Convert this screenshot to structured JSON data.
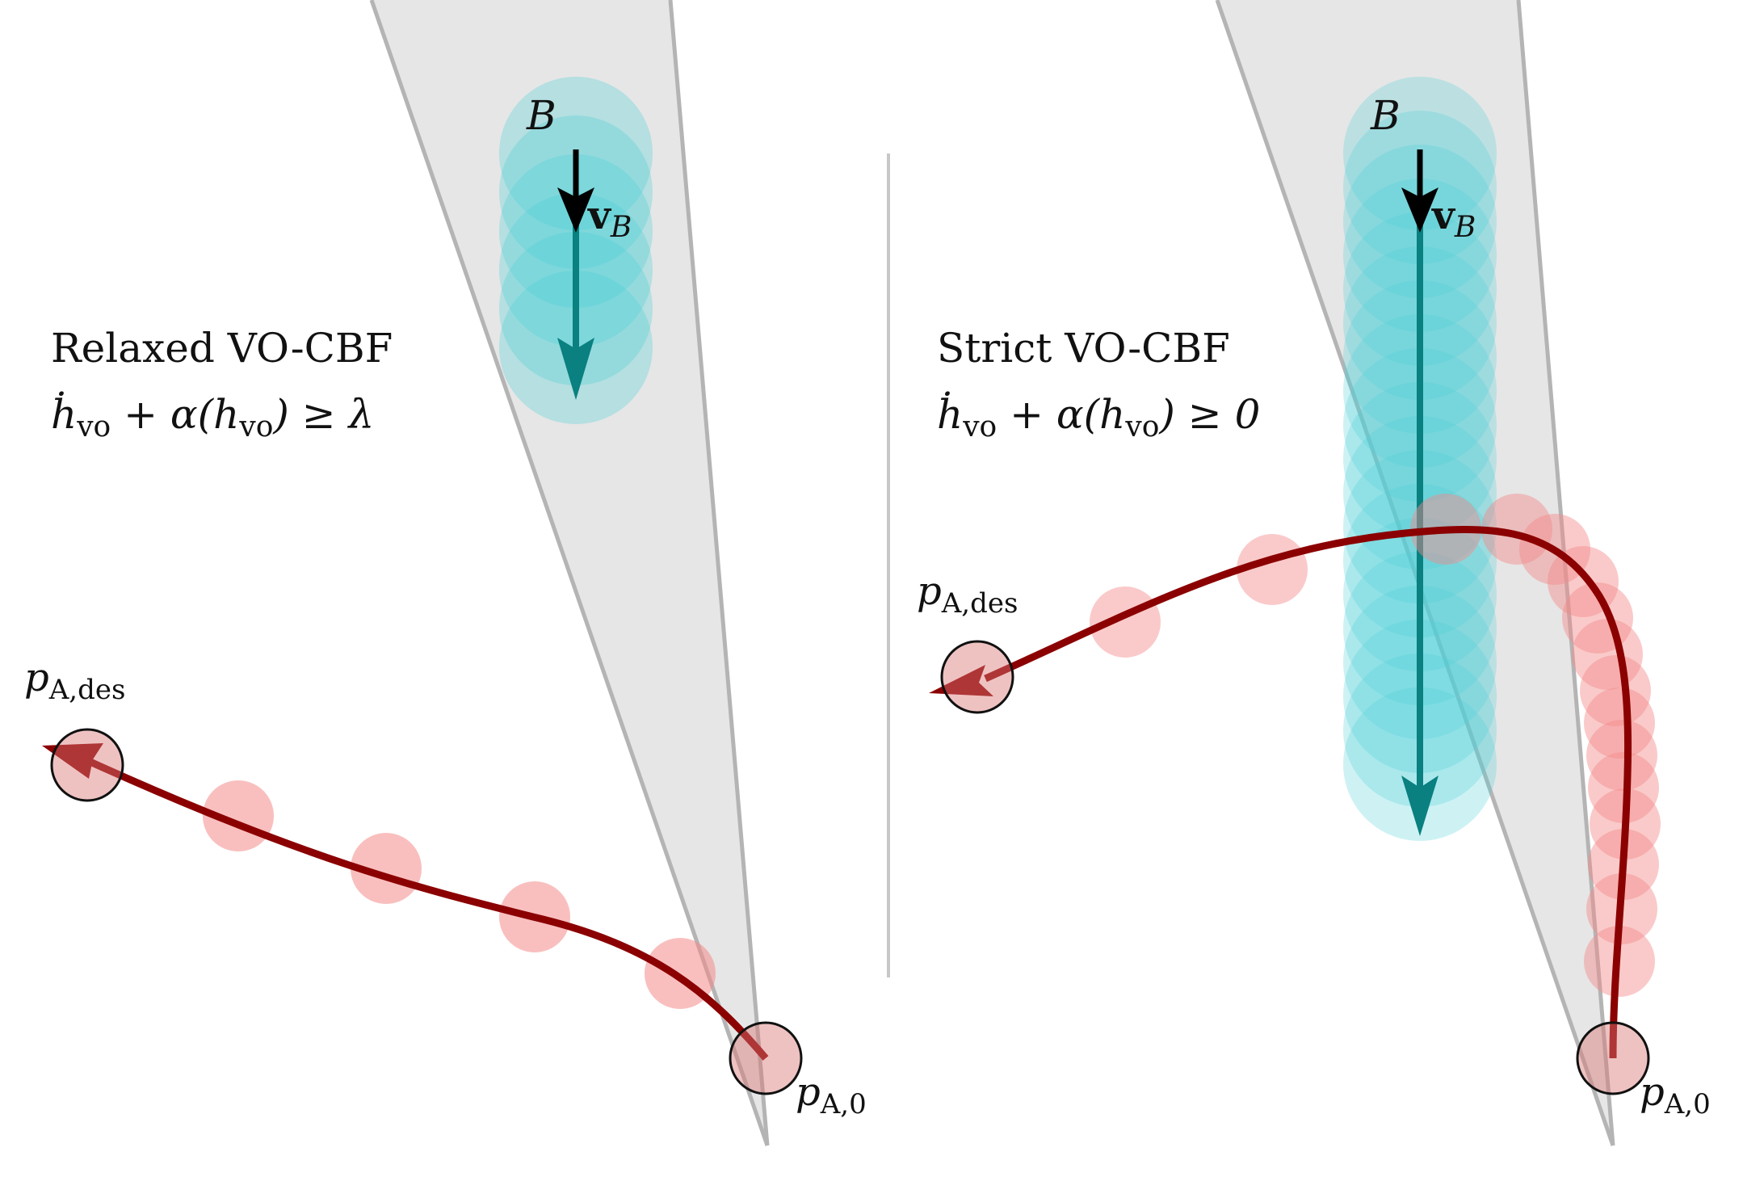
{
  "colors": {
    "cone_fill": "#e6e6e6",
    "cone_edge": "#b4b4b4",
    "agent_b": "#4fcfd6",
    "agent_b_arrow": "#0a8080",
    "agent_a": "#f48a8a",
    "trajectory": "#8b0000",
    "divider": "#c8c8c8",
    "text": "#111111"
  },
  "left_panel": {
    "title": "Relaxed VO-CBF",
    "cbf_lhs": "ḣ",
    "cbf_sub1": "vo",
    "cbf_mid": " + α(h",
    "cbf_sub2": "vo",
    "cbf_rhs": ") ≥ λ",
    "label_b": "B",
    "label_vb_main": "v",
    "label_vb_sub": "B",
    "label_goal_main": "p",
    "label_goal_sub": "A,des",
    "label_start_main": "p",
    "label_start_sub": "A,0"
  },
  "right_panel": {
    "title": "Strict VO-CBF",
    "cbf_lhs": "ḣ",
    "cbf_sub1": "vo",
    "cbf_mid": " + α(h",
    "cbf_sub2": "vo",
    "cbf_rhs": ") ≥ 0",
    "label_b": "B",
    "label_vb_main": "v",
    "label_vb_sub": "B",
    "label_goal_main": "p",
    "label_goal_sub": "A,des",
    "label_start_main": "p",
    "label_start_sub": "A,0"
  }
}
